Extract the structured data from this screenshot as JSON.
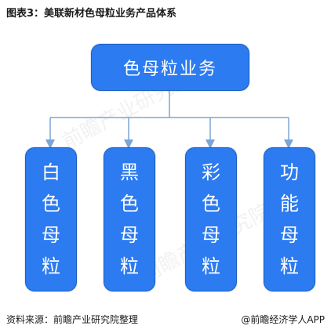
{
  "title": "图表3：美联新材色母粒业务产品体系",
  "root": {
    "label": "色母粒业务"
  },
  "children": [
    {
      "chars": [
        "白",
        "色",
        "母",
        "粒"
      ]
    },
    {
      "chars": [
        "黑",
        "色",
        "母",
        "粒"
      ]
    },
    {
      "chars": [
        "彩",
        "色",
        "母",
        "粒"
      ]
    },
    {
      "chars": [
        "功",
        "能",
        "母",
        "粒"
      ]
    }
  ],
  "footer": {
    "source": "资料来源：前瞻产业研究院整理",
    "brand": "@前瞻经济学人APP"
  },
  "colors": {
    "box_fill": "#2c7bf0",
    "connector": "#7aa6d8"
  }
}
